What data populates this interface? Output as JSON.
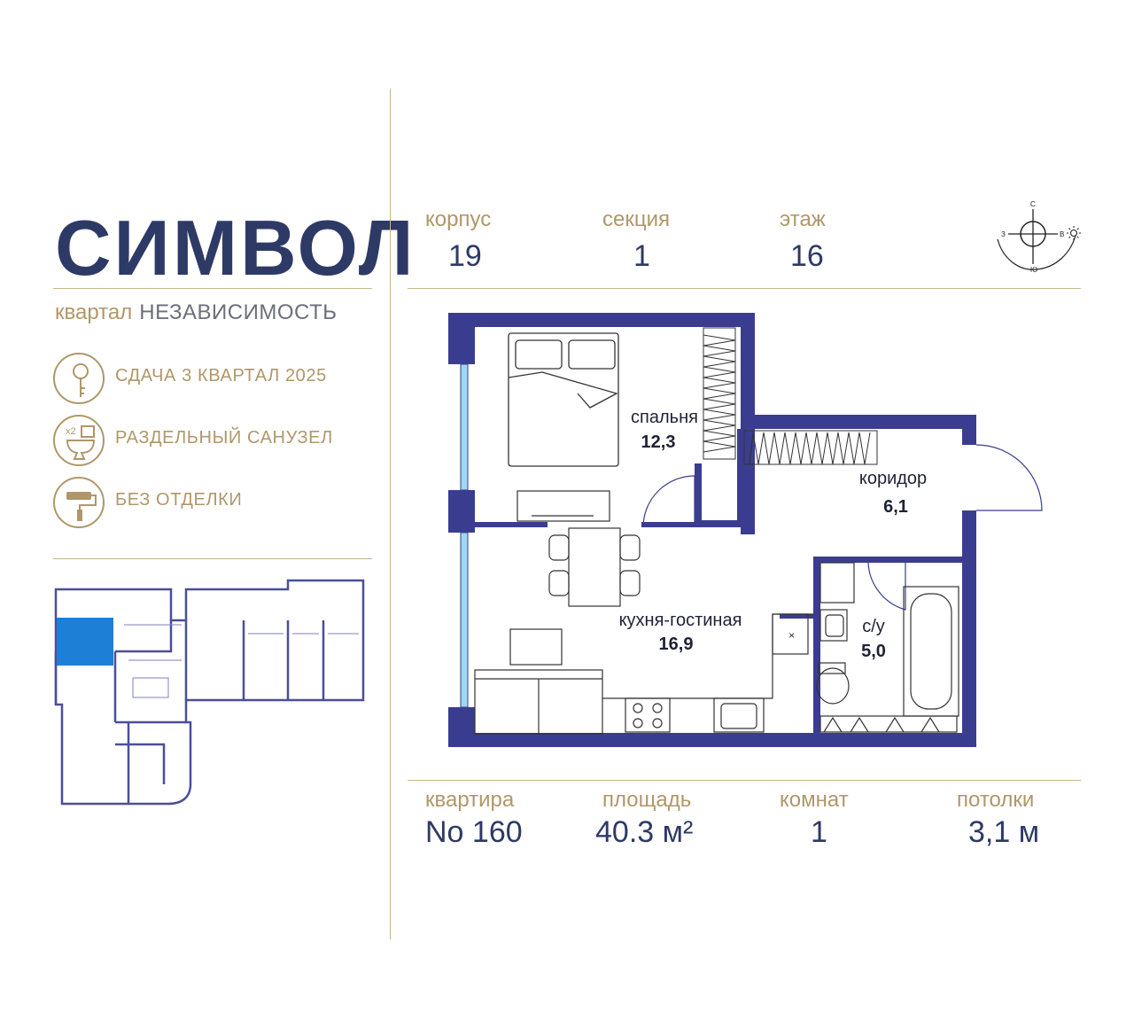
{
  "brand": {
    "logo": "СИМВОЛ",
    "quarter_word": "квартал",
    "quarter_name": "НЕЗАВИСИМОСТЬ"
  },
  "features": [
    {
      "icon": "key-icon",
      "label": "СДАЧА 3 КВАРТАЛ 2025"
    },
    {
      "icon": "toilet-icon",
      "label": "РАЗДЕЛЬНЫЙ САНУЗЕЛ"
    },
    {
      "icon": "paint-roller-icon",
      "label": "БЕЗ ОТДЕЛКИ"
    }
  ],
  "building": {
    "korpus_label": "корпус",
    "korpus": "19",
    "section_label": "секция",
    "section": "1",
    "floor_label": "этаж",
    "floor": "16"
  },
  "compass": {
    "n": "С",
    "e": "В",
    "s": "Ю",
    "w": "З"
  },
  "rooms": {
    "bedroom": {
      "label": "спальня",
      "area": "12,3"
    },
    "corridor": {
      "label": "коридор",
      "area": "6,1"
    },
    "kitchen": {
      "label": "кухня-гостиная",
      "area": "16,9"
    },
    "bathroom": {
      "label": "с/у",
      "area": "5,0"
    },
    "shaft_mark": "×"
  },
  "apartment": {
    "number_label": "квартира",
    "number": "No 160",
    "area_label": "площадь",
    "area": "40.3 м²",
    "rooms_label": "комнат",
    "rooms": "1",
    "ceiling_label": "потолки",
    "ceiling": "3,1 м"
  },
  "colors": {
    "navy": "#2e3a66",
    "gold": "#b0976a",
    "wall": "#3a3d8f",
    "highlight": "#1e7fd6",
    "window": "#9fd8f0"
  }
}
